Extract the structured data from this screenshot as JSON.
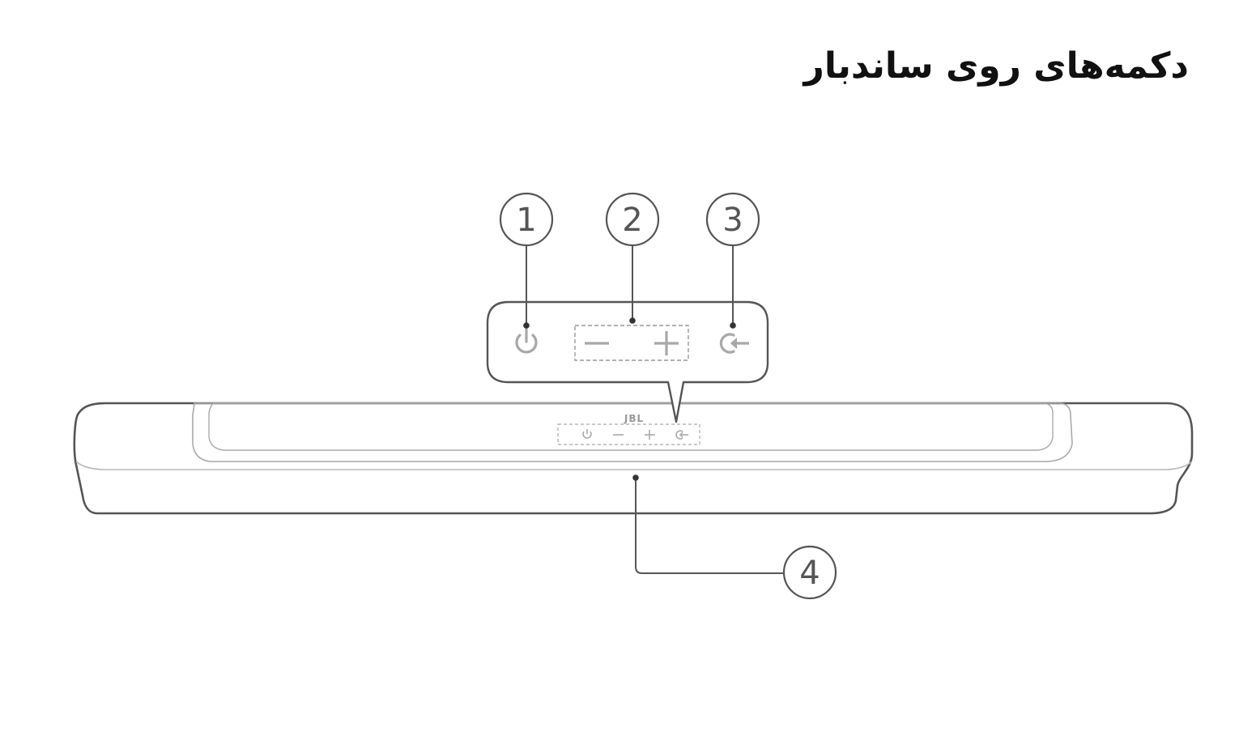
{
  "title": "دکمه‌های روی ساندبار",
  "brand_logo": "JBL",
  "callouts": [
    {
      "number": "1",
      "target": "power-button"
    },
    {
      "number": "2",
      "target": "volume-buttons"
    },
    {
      "number": "3",
      "target": "source-button"
    },
    {
      "number": "4",
      "target": "front-display"
    }
  ],
  "icons": [
    "power-icon",
    "minus-icon",
    "plus-icon",
    "source-icon"
  ],
  "colors": {
    "line": "#555555",
    "icon": "#a8a8a8",
    "title": "#111111"
  }
}
